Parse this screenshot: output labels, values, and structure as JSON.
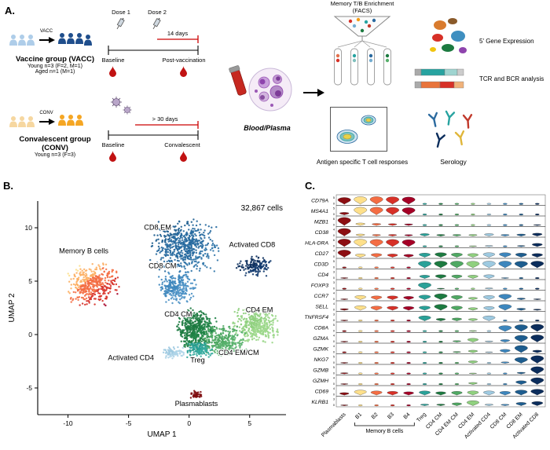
{
  "panel_a": {
    "label": "A.",
    "vaccine": {
      "arrow_label": "VACC",
      "title": "Vaccine group (VACC)",
      "sub1": "Young n=3 (F=2, M=1)",
      "sub2": "Aged n=1 (M=1)",
      "dose1": "Dose 1",
      "dose2": "Dose 2",
      "interval": "14 days",
      "timeline_start": "Baseline",
      "timeline_end": "Post-vaccination"
    },
    "convalescent": {
      "arrow_label": "CONV",
      "title1": "Convalescent group",
      "title2": "(CONV)",
      "sub1": "Young n=3 (F=3)",
      "interval": "> 30 days",
      "timeline_start": "Baseline",
      "timeline_end": "Convalescent"
    },
    "sample_label": "Blood/Plasma",
    "facs_line1": "Memory T/B Enrichment",
    "facs_line2": "(FACS)",
    "outputs": {
      "gex": "5' Gene Expression",
      "tcr_bcr": "TCR and BCR analysis",
      "antigen": "Antigen specific T cell responses",
      "serology": "Serology"
    }
  },
  "panel_b": {
    "label": "B."
  },
  "panel_c": {
    "label": "C."
  },
  "chart_data": [
    {
      "type": "scatter",
      "name": "umap",
      "annotation": "32,867 cells",
      "xlabel": "UMAP 1",
      "ylabel": "UMAP 2",
      "xlim": [
        -12.5,
        8
      ],
      "ylim": [
        -7.5,
        12.5
      ],
      "xticks": [
        -10,
        -5,
        0,
        5
      ],
      "yticks": [
        10,
        5,
        0,
        -5
      ],
      "clusters": [
        {
          "name": "Memory B cells",
          "cx": -7.9,
          "cy": 4.7,
          "rx": 2.2,
          "ry": 2.0,
          "n": 420,
          "colors": [
            "#fee08b",
            "#fdae61",
            "#f46d43",
            "#d73027",
            "#a50026"
          ],
          "label_x": -8.7,
          "label_y": 7.6
        },
        {
          "name": "CD8 EM",
          "cx": -0.4,
          "cy": 8.3,
          "rx": 2.9,
          "ry": 2.5,
          "n": 600,
          "colors": [
            "#1d5d8f",
            "#26699e",
            "#2f74a8"
          ],
          "label_x": -2.6,
          "label_y": 9.8
        },
        {
          "name": "CD8 CM",
          "cx": -1.0,
          "cy": 4.4,
          "rx": 1.6,
          "ry": 1.5,
          "n": 280,
          "colors": [
            "#3d86bd",
            "#4a90c4"
          ],
          "label_x": -2.2,
          "label_y": 6.2
        },
        {
          "name": "Activated CD8",
          "cx": 5.4,
          "cy": 6.4,
          "rx": 1.5,
          "ry": 0.95,
          "n": 150,
          "colors": [
            "#0b2d5c",
            "#123a6e"
          ],
          "label_x": 5.2,
          "label_y": 8.2
        },
        {
          "name": "CD4 CM",
          "cx": 0.6,
          "cy": 0.5,
          "rx": 1.7,
          "ry": 2.0,
          "n": 520,
          "colors": [
            "#1c7a40",
            "#1f8346"
          ],
          "label_x": -0.9,
          "label_y": 1.7
        },
        {
          "name": "CD4 EM",
          "cx": 5.5,
          "cy": 0.8,
          "rx": 1.9,
          "ry": 1.7,
          "n": 400,
          "colors": [
            "#90d07f",
            "#9bd78a"
          ],
          "label_x": 5.8,
          "label_y": 2.1
        },
        {
          "name": "CD4 EM/CM",
          "cx": 2.9,
          "cy": -0.6,
          "rx": 1.9,
          "ry": 1.4,
          "n": 320,
          "colors": [
            "#4fa963",
            "#57b06b"
          ],
          "label_x": 4.1,
          "label_y": -1.9
        },
        {
          "name": "Treg",
          "cx": 0.9,
          "cy": -1.4,
          "rx": 1.1,
          "ry": 0.8,
          "n": 150,
          "colors": [
            "#2aa198",
            "#35ab9f"
          ],
          "label_x": 0.7,
          "label_y": -2.6
        },
        {
          "name": "Activated CD4",
          "cx": -1.3,
          "cy": -1.7,
          "rx": 0.9,
          "ry": 0.6,
          "n": 90,
          "colors": [
            "#9ecae1",
            "#aed4e8"
          ],
          "label_x": -4.8,
          "label_y": -2.4
        },
        {
          "name": "Plasmablasts",
          "cx": 0.55,
          "cy": -5.6,
          "rx": 0.5,
          "ry": 0.4,
          "n": 45,
          "colors": [
            "#7f0c10"
          ],
          "label_x": 0.6,
          "label_y": -6.7
        }
      ]
    },
    {
      "type": "violin",
      "name": "marker-violins",
      "genes": [
        "CD79A",
        "MS4A1",
        "MZB1",
        "CD38",
        "HLA-DRA",
        "CD27",
        "CD3D",
        "CD4",
        "FOXP3",
        "CCR7",
        "SELL",
        "TNFRSF4",
        "CD8A",
        "GZMA",
        "GZMK",
        "NKG7",
        "GZMB",
        "GZMH",
        "CD69",
        "KLRB1"
      ],
      "categories": [
        "Plasmablasts",
        "B1",
        "B2",
        "B3",
        "B4",
        "Treg",
        "CD4 CM",
        "CD4 EM CM",
        "CD4 EM",
        "Activated CD4",
        "CD8 CM",
        "CD8 EM",
        "Activated CD8"
      ],
      "category_colors": [
        "#8c0e12",
        "#fee08b",
        "#f46d43",
        "#d73027",
        "#a50026",
        "#2aa198",
        "#1c7a40",
        "#4fa963",
        "#90d07f",
        "#9ecae1",
        "#3d86bd",
        "#1d5d8f",
        "#0b2d5c"
      ],
      "group_bracket": {
        "label": "Memory B cells",
        "from": 1,
        "to": 4
      },
      "ymax": [
        5,
        5,
        6,
        4,
        6,
        4,
        5,
        3,
        3,
        4,
        4,
        3,
        5,
        4,
        4,
        5,
        5,
        4,
        4,
        3
      ],
      "values": [
        [
          0.8,
          0.9,
          0.9,
          0.88,
          0.85,
          0.04,
          0.04,
          0.04,
          0.04,
          0.04,
          0.04,
          0.04,
          0.04
        ],
        [
          0.3,
          0.9,
          0.9,
          0.88,
          0.85,
          0.04,
          0.04,
          0.04,
          0.04,
          0.04,
          0.04,
          0.04,
          0.04
        ],
        [
          0.95,
          0.3,
          0.25,
          0.22,
          0.2,
          0.08,
          0.08,
          0.08,
          0.08,
          0.08,
          0.08,
          0.08,
          0.1
        ],
        [
          0.9,
          0.25,
          0.2,
          0.2,
          0.18,
          0.3,
          0.2,
          0.2,
          0.2,
          0.3,
          0.2,
          0.25,
          0.35
        ],
        [
          0.9,
          0.88,
          0.85,
          0.85,
          0.82,
          0.08,
          0.08,
          0.08,
          0.1,
          0.15,
          0.08,
          0.15,
          0.4
        ],
        [
          0.85,
          0.4,
          0.45,
          0.4,
          0.35,
          0.5,
          0.55,
          0.5,
          0.45,
          0.55,
          0.55,
          0.5,
          0.45
        ],
        [
          0.04,
          0.04,
          0.04,
          0.04,
          0.04,
          0.8,
          0.8,
          0.8,
          0.78,
          0.8,
          0.8,
          0.78,
          0.8
        ],
        [
          0.1,
          0.04,
          0.04,
          0.04,
          0.04,
          0.4,
          0.45,
          0.42,
          0.4,
          0.45,
          0.1,
          0.08,
          0.08
        ],
        [
          0.04,
          0.04,
          0.04,
          0.04,
          0.04,
          0.75,
          0.1,
          0.08,
          0.08,
          0.15,
          0.04,
          0.04,
          0.04
        ],
        [
          0.1,
          0.5,
          0.45,
          0.45,
          0.4,
          0.55,
          0.7,
          0.5,
          0.28,
          0.5,
          0.65,
          0.2,
          0.1
        ],
        [
          0.2,
          0.55,
          0.5,
          0.48,
          0.45,
          0.5,
          0.7,
          0.5,
          0.32,
          0.45,
          0.7,
          0.25,
          0.15
        ],
        [
          0.1,
          0.04,
          0.04,
          0.04,
          0.04,
          0.6,
          0.3,
          0.35,
          0.28,
          0.6,
          0.08,
          0.06,
          0.06
        ],
        [
          0.04,
          0.04,
          0.04,
          0.04,
          0.04,
          0.08,
          0.08,
          0.08,
          0.12,
          0.08,
          0.7,
          0.8,
          0.85
        ],
        [
          0.1,
          0.04,
          0.04,
          0.04,
          0.04,
          0.08,
          0.08,
          0.18,
          0.45,
          0.15,
          0.3,
          0.8,
          0.85
        ],
        [
          0.04,
          0.04,
          0.04,
          0.04,
          0.04,
          0.08,
          0.08,
          0.15,
          0.3,
          0.1,
          0.4,
          0.85,
          0.3
        ],
        [
          0.1,
          0.04,
          0.04,
          0.04,
          0.04,
          0.04,
          0.04,
          0.08,
          0.3,
          0.08,
          0.18,
          0.7,
          0.9
        ],
        [
          0.15,
          0.04,
          0.04,
          0.04,
          0.04,
          0.04,
          0.04,
          0.04,
          0.1,
          0.06,
          0.06,
          0.2,
          0.85
        ],
        [
          0.1,
          0.04,
          0.04,
          0.04,
          0.04,
          0.04,
          0.04,
          0.08,
          0.25,
          0.08,
          0.08,
          0.45,
          0.8
        ],
        [
          0.3,
          0.6,
          0.5,
          0.45,
          0.4,
          0.5,
          0.4,
          0.45,
          0.5,
          0.5,
          0.45,
          0.6,
          0.7
        ],
        [
          0.1,
          0.08,
          0.08,
          0.08,
          0.08,
          0.2,
          0.2,
          0.35,
          0.6,
          0.2,
          0.18,
          0.4,
          0.5
        ]
      ]
    }
  ]
}
